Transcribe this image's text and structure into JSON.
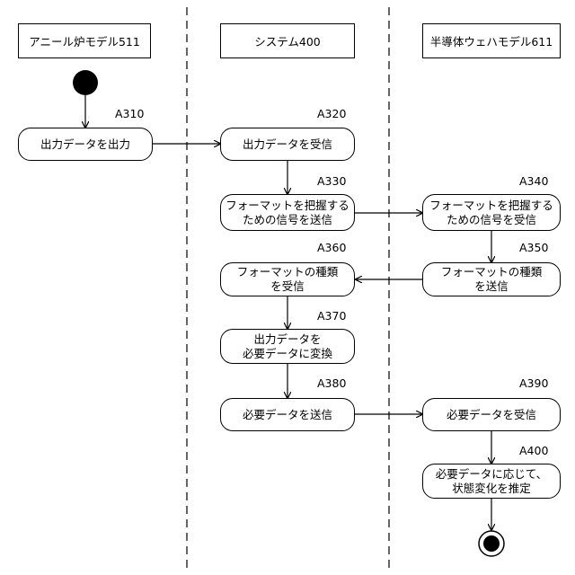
{
  "lanes": [
    {
      "label": "アニール炉モデル511"
    },
    {
      "label": "システム400"
    },
    {
      "label": "半導体ウェハモデル611"
    }
  ],
  "steps": {
    "a310": {
      "id": "A310",
      "lines": [
        "出力データを出力"
      ]
    },
    "a320": {
      "id": "A320",
      "lines": [
        "出力データを受信"
      ]
    },
    "a330": {
      "id": "A330",
      "lines": [
        "フォーマットを把握する",
        "ための信号を送信"
      ]
    },
    "a340": {
      "id": "A340",
      "lines": [
        "フォーマットを把握する",
        "ための信号を受信"
      ]
    },
    "a350": {
      "id": "A350",
      "lines": [
        "フォーマットの種類",
        "を送信"
      ]
    },
    "a360": {
      "id": "A360",
      "lines": [
        "フォーマットの種類",
        "を受信"
      ]
    },
    "a370": {
      "id": "A370",
      "lines": [
        "出力データを",
        "必要データに変換"
      ]
    },
    "a380": {
      "id": "A380",
      "lines": [
        "必要データを送信"
      ]
    },
    "a390": {
      "id": "A390",
      "lines": [
        "必要データを受信"
      ]
    },
    "a400": {
      "id": "A400",
      "lines": [
        "必要データに応じて、",
        "状態変化を推定"
      ]
    }
  }
}
